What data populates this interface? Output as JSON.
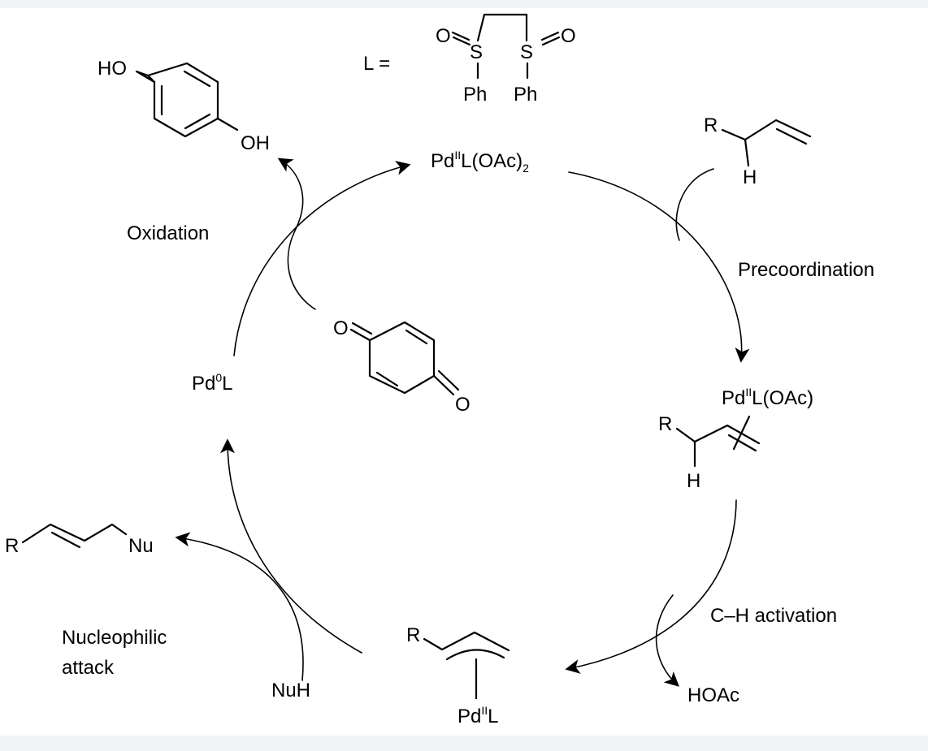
{
  "ligand": {
    "prefix": "L =",
    "sulfur": "S",
    "oxygen": "O",
    "phenyl": "Ph"
  },
  "species": {
    "pd2_acetate": {
      "prefix": "Pd",
      "ox": "II",
      "suffix": "L(OAc)",
      "sub": "2"
    },
    "pd2_complex": {
      "prefix": "Pd",
      "ox": "II",
      "suffix": "L(OAc)"
    },
    "pd_allyl": {
      "prefix": "Pd",
      "ox": "II",
      "suffix": "L"
    },
    "pd0": {
      "prefix": "Pd",
      "ox": "0",
      "suffix": "L"
    }
  },
  "substrates": {
    "alkene_r": "R",
    "alkene_h": "H",
    "allyl_r": "R",
    "complex_r": "R",
    "complex_h": "H",
    "product_r": "R",
    "product_nu": "Nu",
    "nucleophile": "NuH",
    "byproduct": "HOAc"
  },
  "quinones": {
    "hydroquinone_ho": "HO",
    "hydroquinone_oh": "OH",
    "benzoquinone_o1": "O",
    "benzoquinone_o2": "O"
  },
  "steps": {
    "oxidation": "Oxidation",
    "precoordination": "Precoordination",
    "ch_activation": "C–H activation",
    "nucleophilic_line1": "Nucleophilic",
    "nucleophilic_line2": "attack"
  }
}
